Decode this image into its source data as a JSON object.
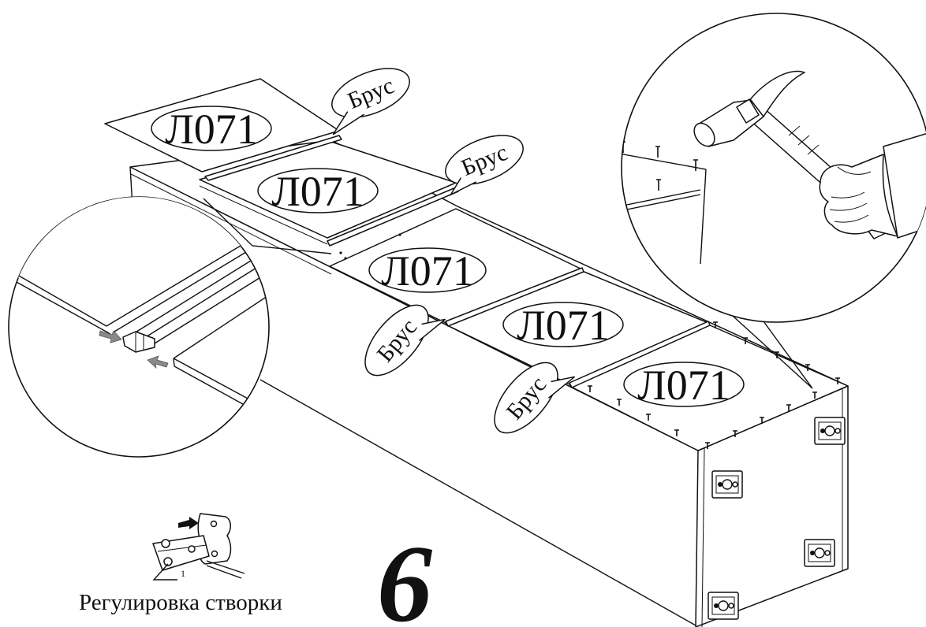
{
  "diagram": {
    "panel_labels": [
      "Л071",
      "Л071",
      "Л071",
      "Л071",
      "Л071"
    ],
    "beam_labels": [
      "Брус",
      "Брус",
      "Брус",
      "Брус"
    ],
    "step_number": "6",
    "caption": "Регулировка створки",
    "hinge_adjust_marker": "1"
  }
}
